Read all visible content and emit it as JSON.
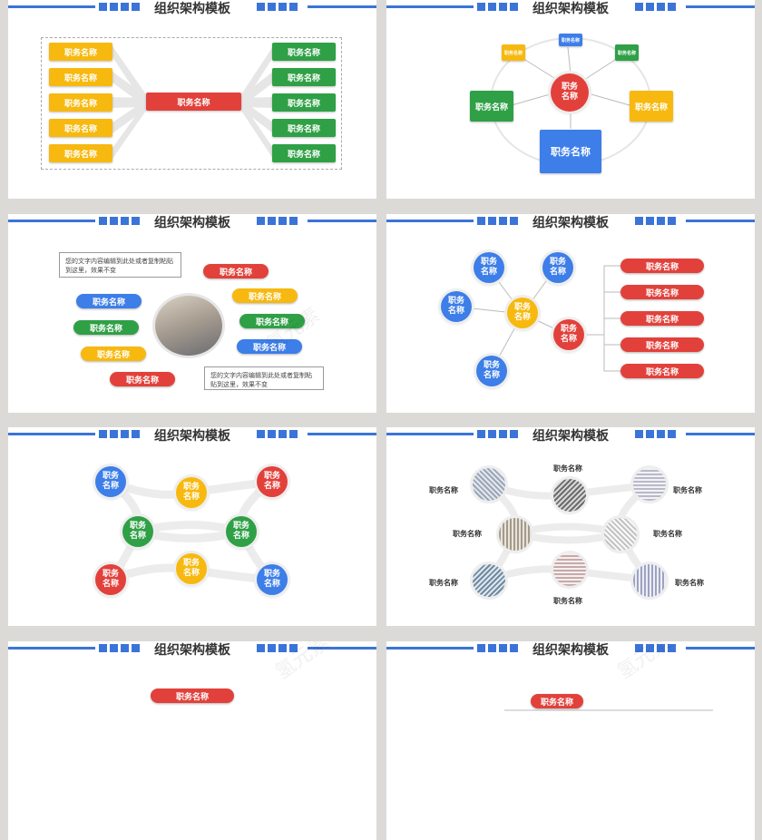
{
  "title": "组织架构模板",
  "role": "职务名称",
  "role_short": "职务\n名称",
  "role_tiny": "职务名称",
  "note_text": "您的文字内容编辑到此处或者复制粘贴到这里，效果不变",
  "watermark": "氢元素",
  "colors": {
    "blue": "#3d7ee8",
    "red": "#e2413b",
    "yellow": "#f7b90f",
    "green": "#2fa046",
    "header": "#3b74d8"
  }
}
